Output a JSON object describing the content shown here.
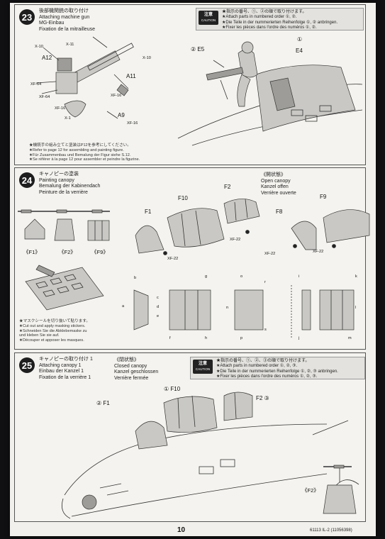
{
  "page": {
    "number": "10",
    "code": "61113 IL-2 (11056398)"
  },
  "step23": {
    "number": "23",
    "title_jp": "後部機関銃の取り付け",
    "title_en": "Attaching machine gun",
    "title_de": "MG-Einbau",
    "title_fr": "Fixation de la mitrailleuse",
    "caution_lines": [
      "★指示の番号、①、②の順で取り付けます。",
      "★Attach parts in numbered order ①, ②.",
      "★Die Teile in der nummerierten Reihenfolge ①, ② anbringen.",
      "★Fixer les pièces dans l'ordre des numéros ①, ②."
    ],
    "caution_jp": "注意",
    "caution_en": "CAUTION",
    "note_lines": [
      "★機銃手の組み立てと塗装はP12を参考にしてください。",
      "★Refer to page 12 for assembling and painting figure.",
      "★Für Zusammenbau und Bemalung der Figur siehe S.12.",
      "★Se référer à la page 12 pour assembler et peindre la figurine."
    ],
    "parts": {
      "x10a": "X-10",
      "x11": "X-11",
      "a12": "A12",
      "x10b": "X-10",
      "a11": "A11",
      "xf64a": "XF-64",
      "xf64b": "XF-64",
      "xf16a": "XF-16",
      "xf16b": "XF-16",
      "x1": "X-1",
      "a9": "A9",
      "xf16c": "XF-16"
    },
    "labels": {
      "e5": "② E5",
      "e4num": "①",
      "e4": "E4"
    }
  },
  "step24": {
    "number": "24",
    "title_jp": "キャノピーの塗装",
    "title_en": "Painting canopy",
    "title_de": "Bemalung der Kabinendach",
    "title_fr": "Peinture de la verrière",
    "open_jp": "《開状態》",
    "open_en": "Open canopy",
    "open_de": "Kanzel offen",
    "open_fr": "Verrière ouverte",
    "views": [
      "《F1》",
      "《F2》",
      "《F9》"
    ],
    "parts": {
      "f10": "F10",
      "f2": "F2",
      "f1": "F1",
      "xf22a": "XF-22",
      "xf22b": "XF-22",
      "f8": "F8",
      "f9": "F9",
      "xf22c": "XF-22",
      "xf22d": "XF-22"
    },
    "mask_lines": [
      "★マスクシールを切り抜いて貼ります。",
      "★Cut out and apply masking stickers.",
      "★Schneiden Sie die Abklebemaske zu",
      "und kleben Sie sie auf.",
      "★Découper et apposer les masques."
    ],
    "mask_letters": [
      "b",
      "a",
      "c",
      "d",
      "e",
      "f",
      "g",
      "h",
      "o",
      "n",
      "p",
      "r",
      "s",
      "i",
      "j",
      "k",
      "l",
      "m"
    ]
  },
  "step25": {
    "number": "25",
    "title_jp": "キャノピーの取り付け 1",
    "title_en": "Attaching canopy 1",
    "title_de": "Einbau der Kanzel 1",
    "title_fr": "Fixation de la verrière 1",
    "closed_jp": "《閉状態》",
    "closed_en": "Closed canopy",
    "closed_de": "Kanzel geschlossen",
    "closed_fr": "Verrière fermée",
    "caution_lines": [
      "★指示の番号、①、②、③の順で取り付けます。",
      "★Attach parts in numbered order ①, ②, ③.",
      "★Die Teile in der nummerierten Reihenfolge ①, ②, ③ anbringen.",
      "★Fixer les pièces dans l'ordre des numéros ①, ②, ③."
    ],
    "caution_jp": "注意",
    "caution_en": "CAUTION",
    "labels": {
      "f10": "① F10",
      "f2": "F2 ③",
      "f1": "② F1",
      "f2view": "《F2》"
    }
  }
}
